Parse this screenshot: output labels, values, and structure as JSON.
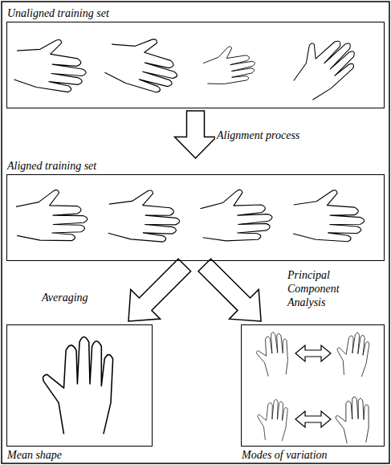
{
  "diagram": {
    "nodes": [
      {
        "text": [
          "Unaligned training set"
        ]
      },
      {
        "text": [
          "Aligned training set"
        ]
      },
      {
        "text": [
          "Mean shape"
        ]
      },
      {
        "text": [
          "Modes of variation"
        ]
      }
    ],
    "edges": [
      {
        "from": 0,
        "to": 1,
        "arrow": "to",
        "label": "Alignment process"
      },
      {
        "from": 1,
        "to": 2,
        "arrow": "to",
        "label": "Averaging"
      },
      {
        "from": 1,
        "to": 3,
        "arrow": "to",
        "label": "Principal Component Analysis"
      }
    ]
  }
}
